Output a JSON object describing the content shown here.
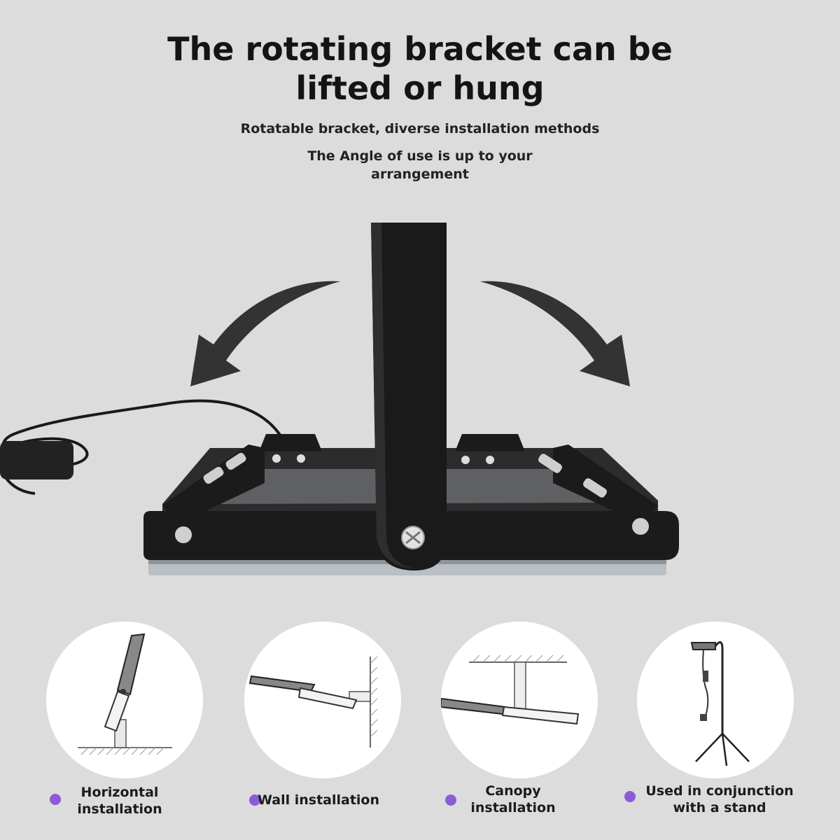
{
  "header": {
    "title_line1": "The rotating bracket can be",
    "title_line2": "lifted or hung",
    "subtitle1": "Rotatable bracket, diverse installation methods",
    "subtitle2_line1": "The Angle of use is up to your",
    "subtitle2_line2": "arrangement"
  },
  "installations": [
    {
      "line1": "Horizontal",
      "line2": "installation",
      "icon": "ground-mount-icon"
    },
    {
      "line1": "Wall installation",
      "line2": "",
      "icon": "wall-mount-icon"
    },
    {
      "line1": "Canopy",
      "line2": "installation",
      "icon": "ceiling-mount-icon"
    },
    {
      "line1": "Used in conjunction",
      "line2": "with a stand",
      "icon": "tripod-stand-icon"
    }
  ],
  "colors": {
    "background": "#dcdcdc",
    "bullet": "#8b5cd6",
    "arrow": "#333333"
  }
}
